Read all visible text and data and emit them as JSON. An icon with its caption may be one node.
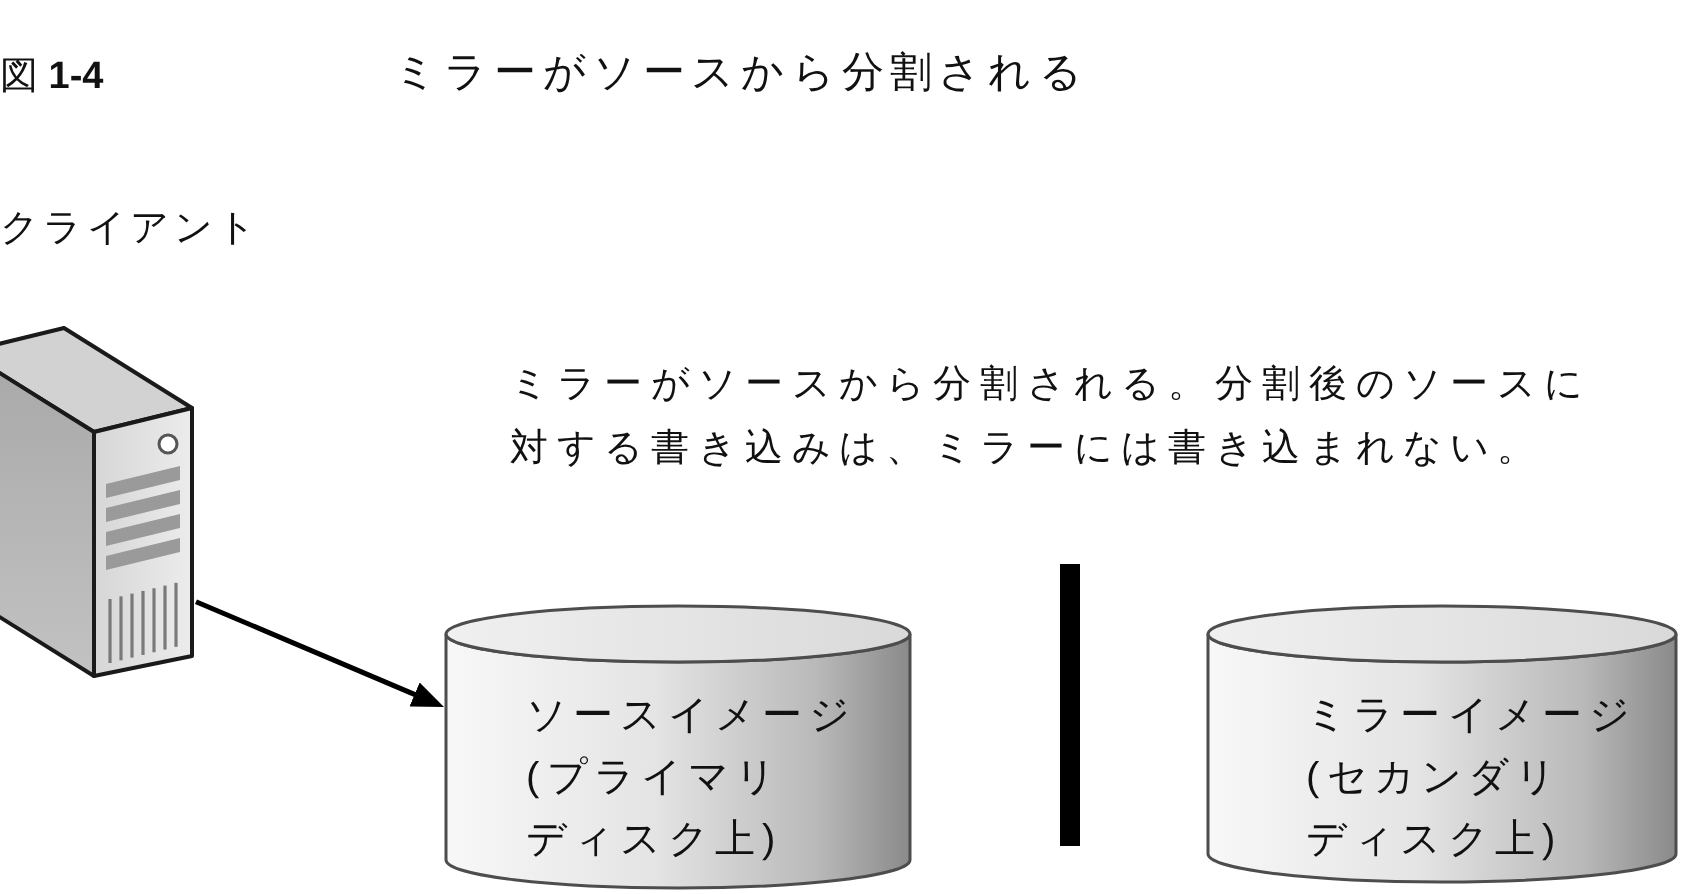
{
  "diagram": {
    "title": "ミラーがソースから分割される",
    "caption": "図 **1-4**",
    "nodes": [
      {
        "text": [],
        "shape": "picture",
        "beside": [
          "クライアント"
        ]
      },
      {
        "text": [
          "ソースイメージ(プライマリディスク上)"
        ]
      },
      {
        "text": [
          "ミラーイメージ(セカンダリディスク上)"
        ]
      }
    ],
    "edges": [
      {
        "from": 0,
        "to": 1,
        "arrow": "to"
      }
    ],
    "labels": [
      "ミラーがソースから分割される。分割後のソースに対する書き込みは、ミラーには書き込まれない。"
    ]
  }
}
